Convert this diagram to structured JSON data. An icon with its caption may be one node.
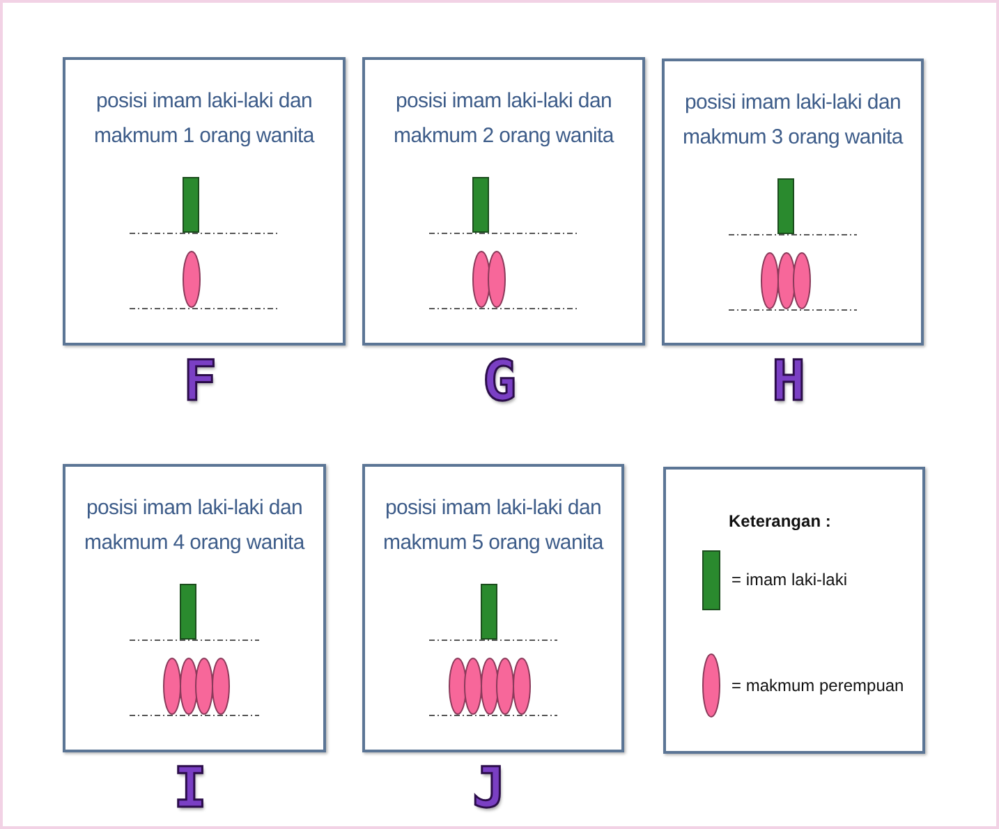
{
  "diagram": {
    "nodes": [
      {
        "text": [
          "posisi imam laki-laki dan makmum 1 orang wanita"
        ],
        "beside": [
          "F"
        ]
      },
      {
        "text": [],
        "shape": "bar",
        "in": 0
      },
      {
        "text": [],
        "shape": "ellipse",
        "in": 0
      },
      {
        "text": [
          "posisi imam laki-laki dan makmum 2 orang wanita"
        ],
        "beside": [
          "G"
        ]
      },
      {
        "text": [],
        "shape": "bar",
        "in": 3
      },
      {
        "text": [],
        "shape": "ellipse",
        "in": 3
      },
      {
        "text": [],
        "shape": "ellipse",
        "in": 3
      },
      {
        "text": [
          "posisi imam laki-laki dan makmum 3 orang wanita"
        ],
        "beside": [
          "H"
        ]
      },
      {
        "text": [],
        "shape": "bar",
        "in": 7
      },
      {
        "text": [],
        "shape": "ellipse",
        "in": 7
      },
      {
        "text": [],
        "shape": "ellipse",
        "in": 7
      },
      {
        "text": [],
        "shape": "ellipse",
        "in": 7
      },
      {
        "text": [
          "posisi imam laki-laki dan makmum 4 orang wanita"
        ],
        "beside": [
          "I"
        ]
      },
      {
        "text": [],
        "shape": "bar",
        "in": 12
      },
      {
        "text": [],
        "shape": "ellipse",
        "in": 12
      },
      {
        "text": [],
        "shape": "ellipse",
        "in": 12
      },
      {
        "text": [],
        "shape": "ellipse",
        "in": 12
      },
      {
        "text": [],
        "shape": "ellipse",
        "in": 12
      },
      {
        "text": [
          "posisi imam laki-laki dan makmum 5 orang wanita"
        ],
        "beside": [
          "J"
        ]
      },
      {
        "text": [],
        "shape": "bar",
        "in": 18
      },
      {
        "text": [],
        "shape": "ellipse",
        "in": 18
      },
      {
        "text": [],
        "shape": "ellipse",
        "in": 18
      },
      {
        "text": [],
        "shape": "ellipse",
        "in": 18
      },
      {
        "text": [],
        "shape": "ellipse",
        "in": 18
      },
      {
        "text": [],
        "shape": "ellipse",
        "in": 18
      },
      {
        "text": [
          "Keterangan :"
        ]
      }
    ],
    "legend": [
      {
        "text": "= imam laki-laki",
        "color": "#2a8a2e"
      },
      {
        "text": "= makmum perempuan",
        "color": "#f7679a"
      }
    ]
  }
}
